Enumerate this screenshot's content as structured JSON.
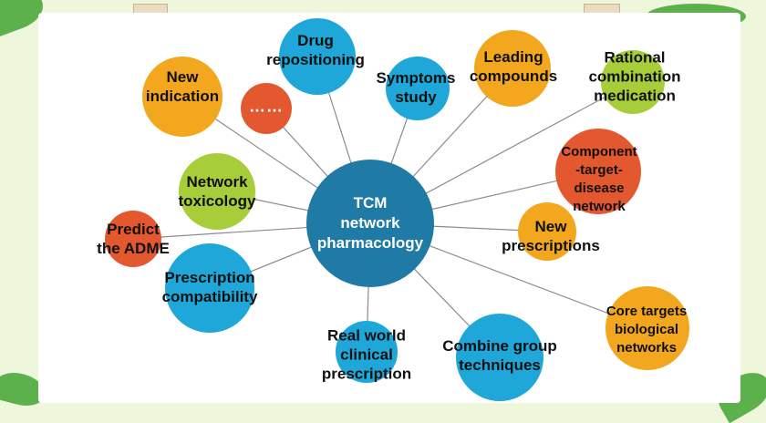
{
  "colors": {
    "center": "#1f7aa5",
    "blue": "#1ea7d8",
    "orange": "#f3a71f",
    "red": "#e3582e",
    "green": "#a7cd3a"
  },
  "center": {
    "label": "TCM\nnetwork\npharmacology"
  },
  "nodes": [
    {
      "id": "drug-repositioning",
      "label": "Drug\nrepositioning",
      "color": "blue"
    },
    {
      "id": "new-indication",
      "label": "New\nindication",
      "color": "orange"
    },
    {
      "id": "ellipsis",
      "label": "……",
      "color": "red"
    },
    {
      "id": "symptoms-study",
      "label": "Symptoms\nstudy",
      "color": "blue"
    },
    {
      "id": "leading-compounds",
      "label": "Leading\ncompounds",
      "color": "orange"
    },
    {
      "id": "rational-combination-medication",
      "label": "Rational\ncombination\nmedication",
      "color": "green"
    },
    {
      "id": "component-target-disease-network",
      "label": "Component\n-target-\ndisease\nnetwork",
      "color": "red"
    },
    {
      "id": "network-toxicology",
      "label": "Network\ntoxicology",
      "color": "green"
    },
    {
      "id": "predict-the-adme",
      "label": "Predict\nthe ADME",
      "color": "red"
    },
    {
      "id": "new-prescriptions",
      "label": "New\nprescriptions",
      "color": "orange"
    },
    {
      "id": "prescription-compatibility",
      "label": "Prescription\ncompatibility",
      "color": "blue"
    },
    {
      "id": "real-world-clinical-prescription",
      "label": "Real world\nclinical\nprescription",
      "color": "blue"
    },
    {
      "id": "combine-group-techniques",
      "label": "Combine group\ntechniques",
      "color": "blue"
    },
    {
      "id": "core-targets-biological-networks",
      "label": "Core targets\nbiological\nnetworks",
      "color": "orange"
    }
  ]
}
